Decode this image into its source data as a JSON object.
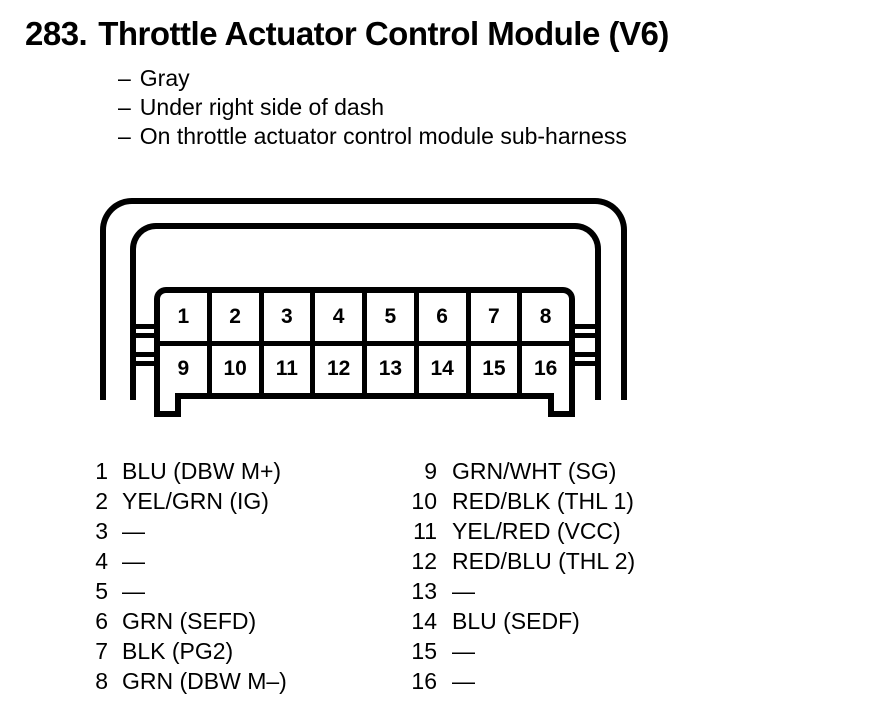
{
  "header": {
    "number": "283.",
    "title": "Throttle Actuator Control Module (V6)"
  },
  "notes": [
    {
      "bullet": "–",
      "text": "Gray"
    },
    {
      "bullet": "–",
      "text": "Under right side of dash"
    },
    {
      "bullet": "–",
      "text": "On throttle actuator control module sub-harness"
    }
  ],
  "connector": {
    "pins": [
      "1",
      "2",
      "3",
      "4",
      "5",
      "6",
      "7",
      "8",
      "9",
      "10",
      "11",
      "12",
      "13",
      "14",
      "15",
      "16"
    ]
  },
  "legend": {
    "left": [
      {
        "pin": "1",
        "label": "BLU (DBW M+)"
      },
      {
        "pin": "2",
        "label": "YEL/GRN (IG)"
      },
      {
        "pin": "3",
        "label": "—"
      },
      {
        "pin": "4",
        "label": "—"
      },
      {
        "pin": "5",
        "label": "—"
      },
      {
        "pin": "6",
        "label": "GRN (SEFD)"
      },
      {
        "pin": "7",
        "label": "BLK (PG2)"
      },
      {
        "pin": "8",
        "label": "GRN (DBW M–)"
      }
    ],
    "right": [
      {
        "pin": "9",
        "label": "GRN/WHT (SG)"
      },
      {
        "pin": "10",
        "label": "RED/BLK (THL 1)"
      },
      {
        "pin": "11",
        "label": "YEL/RED (VCC)"
      },
      {
        "pin": "12",
        "label": "RED/BLU (THL 2)"
      },
      {
        "pin": "13",
        "label": "—"
      },
      {
        "pin": "14",
        "label": "BLU (SEDF)"
      },
      {
        "pin": "15",
        "label": "—"
      },
      {
        "pin": "16",
        "label": "—"
      }
    ]
  },
  "colors": {
    "ink": "#000000",
    "background": "#ffffff"
  }
}
